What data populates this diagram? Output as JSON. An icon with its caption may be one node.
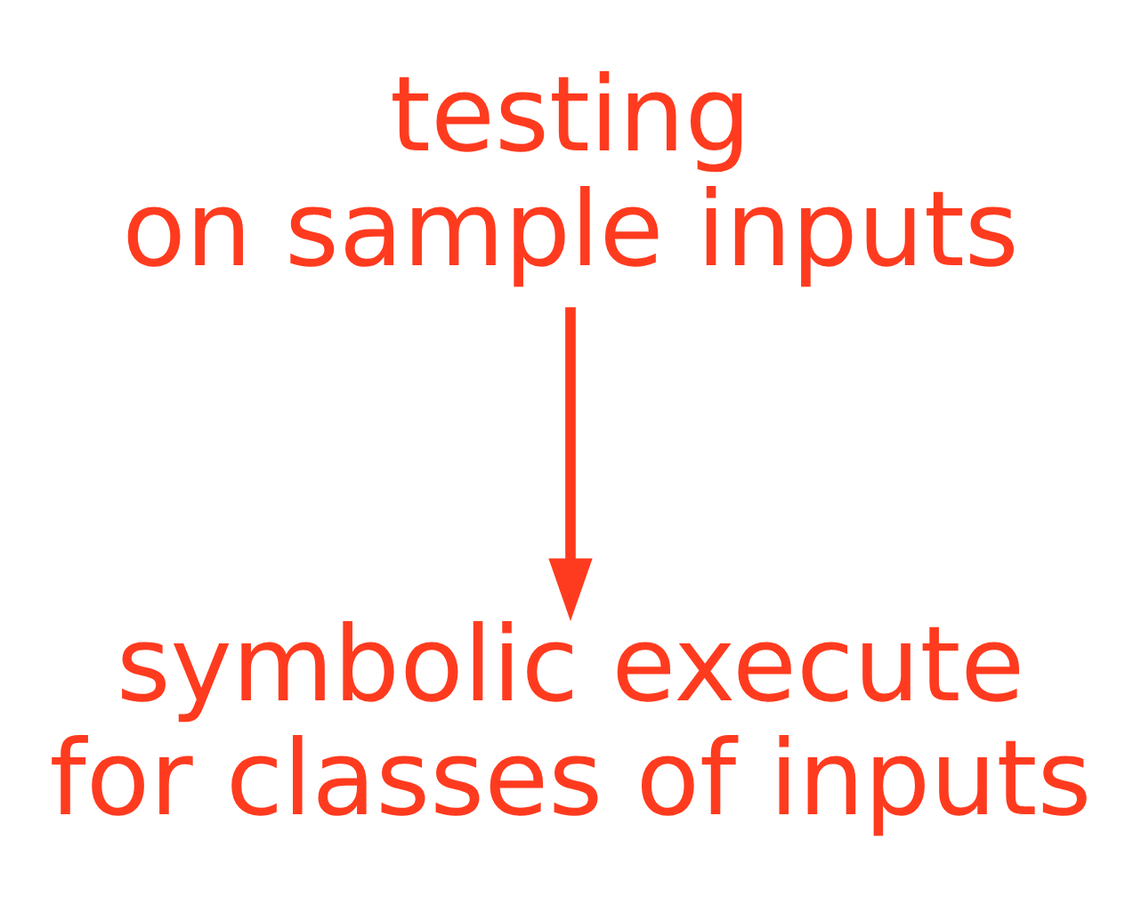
{
  "diagram": {
    "nodes": [
      {
        "text": [
          "testing on sample inputs"
        ]
      },
      {
        "text": [
          "symbolic execute for classes of inputs"
        ]
      }
    ],
    "edges": [
      {
        "from": 0,
        "to": 1,
        "arrow": "to"
      }
    ]
  }
}
